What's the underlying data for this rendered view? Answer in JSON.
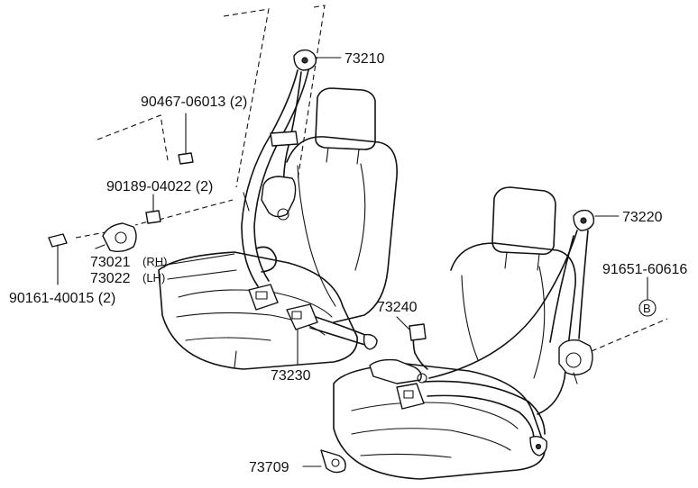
{
  "diagram": {
    "labels": {
      "p73210": "73210",
      "p90467": "90467-06013 (2)",
      "p90189": "90189-04022 (2)",
      "p73021": "73021",
      "p73021_side": "(RH)",
      "p73022": "73022",
      "p73022_side": "(LH)",
      "p90161": "90161-40015 (2)",
      "p73230": "73230",
      "p73240": "73240",
      "p73220": "73220",
      "p91651": "91651-60616",
      "ref_b": "B",
      "p73709": "73709"
    }
  }
}
